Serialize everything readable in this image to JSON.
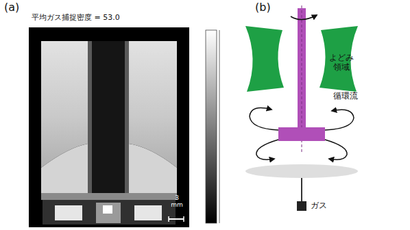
{
  "diagram": {
    "labels": [
      "(a)",
      "平均ガス捕捉密度 = 53.0",
      "3 mm",
      "(b)",
      "よどみ領域",
      "循環流",
      "ガス"
    ]
  }
}
